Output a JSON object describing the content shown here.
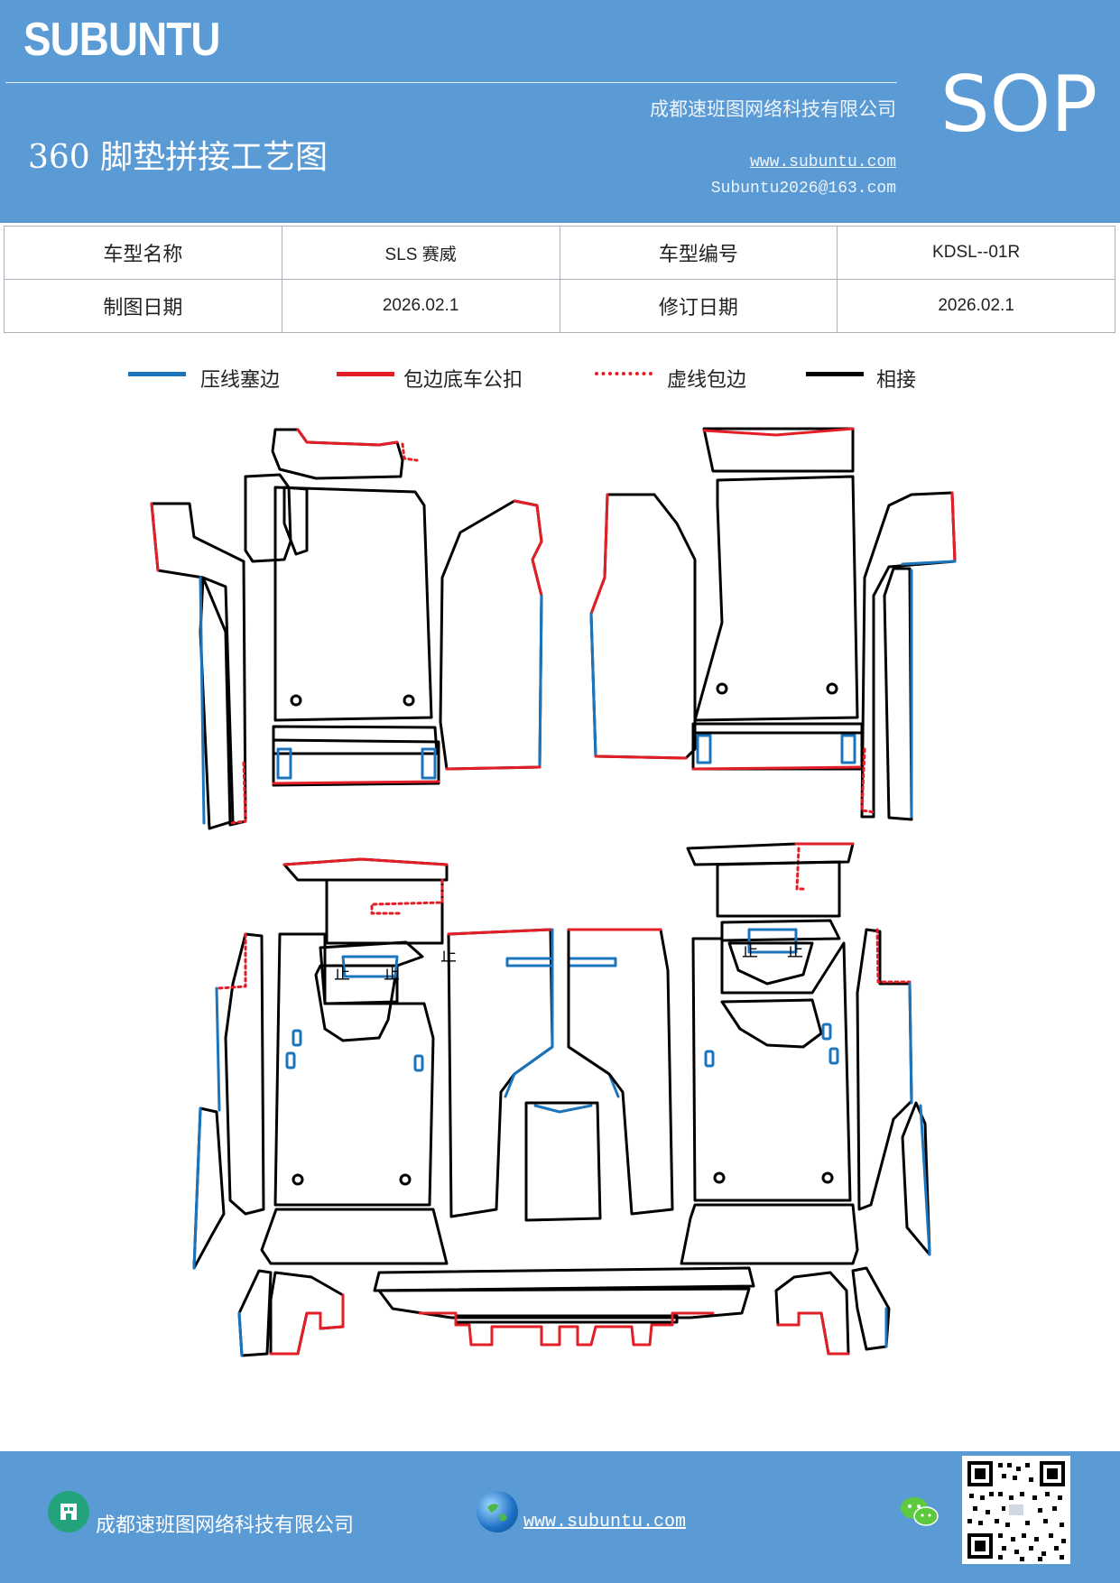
{
  "header": {
    "brand": "SUBUNTU",
    "title": "360 脚垫拼接工艺图",
    "company": "成都速班图网络科技有限公司",
    "website": "www.subuntu.com",
    "email": "Subuntu2026@163.com",
    "badge": "SOP"
  },
  "info_table": {
    "model_name_label": "车型名称",
    "model_name_value": "SLS 赛威",
    "model_code_label": "车型编号",
    "model_code_value": "KDSL--01R",
    "draw_date_label": "制图日期",
    "draw_date_value": "2026.02.1",
    "revise_date_label": "修订日期",
    "revise_date_value": "2026.02.1"
  },
  "legend": [
    {
      "label": "压线塞边",
      "color": "#1b75bc",
      "style": "solid"
    },
    {
      "label": "包边底车公扣",
      "color": "#e41e26",
      "style": "solid"
    },
    {
      "label": "虚线包边",
      "color": "#e41e26",
      "style": "dotted"
    },
    {
      "label": "相接",
      "color": "#000000",
      "style": "solid"
    }
  ],
  "footer": {
    "company": "成都速班图网络科技有限公司",
    "website": "www.subuntu.com"
  },
  "icons": [
    "building-icon",
    "globe-icon",
    "wechat-icon",
    "qr-code"
  ]
}
